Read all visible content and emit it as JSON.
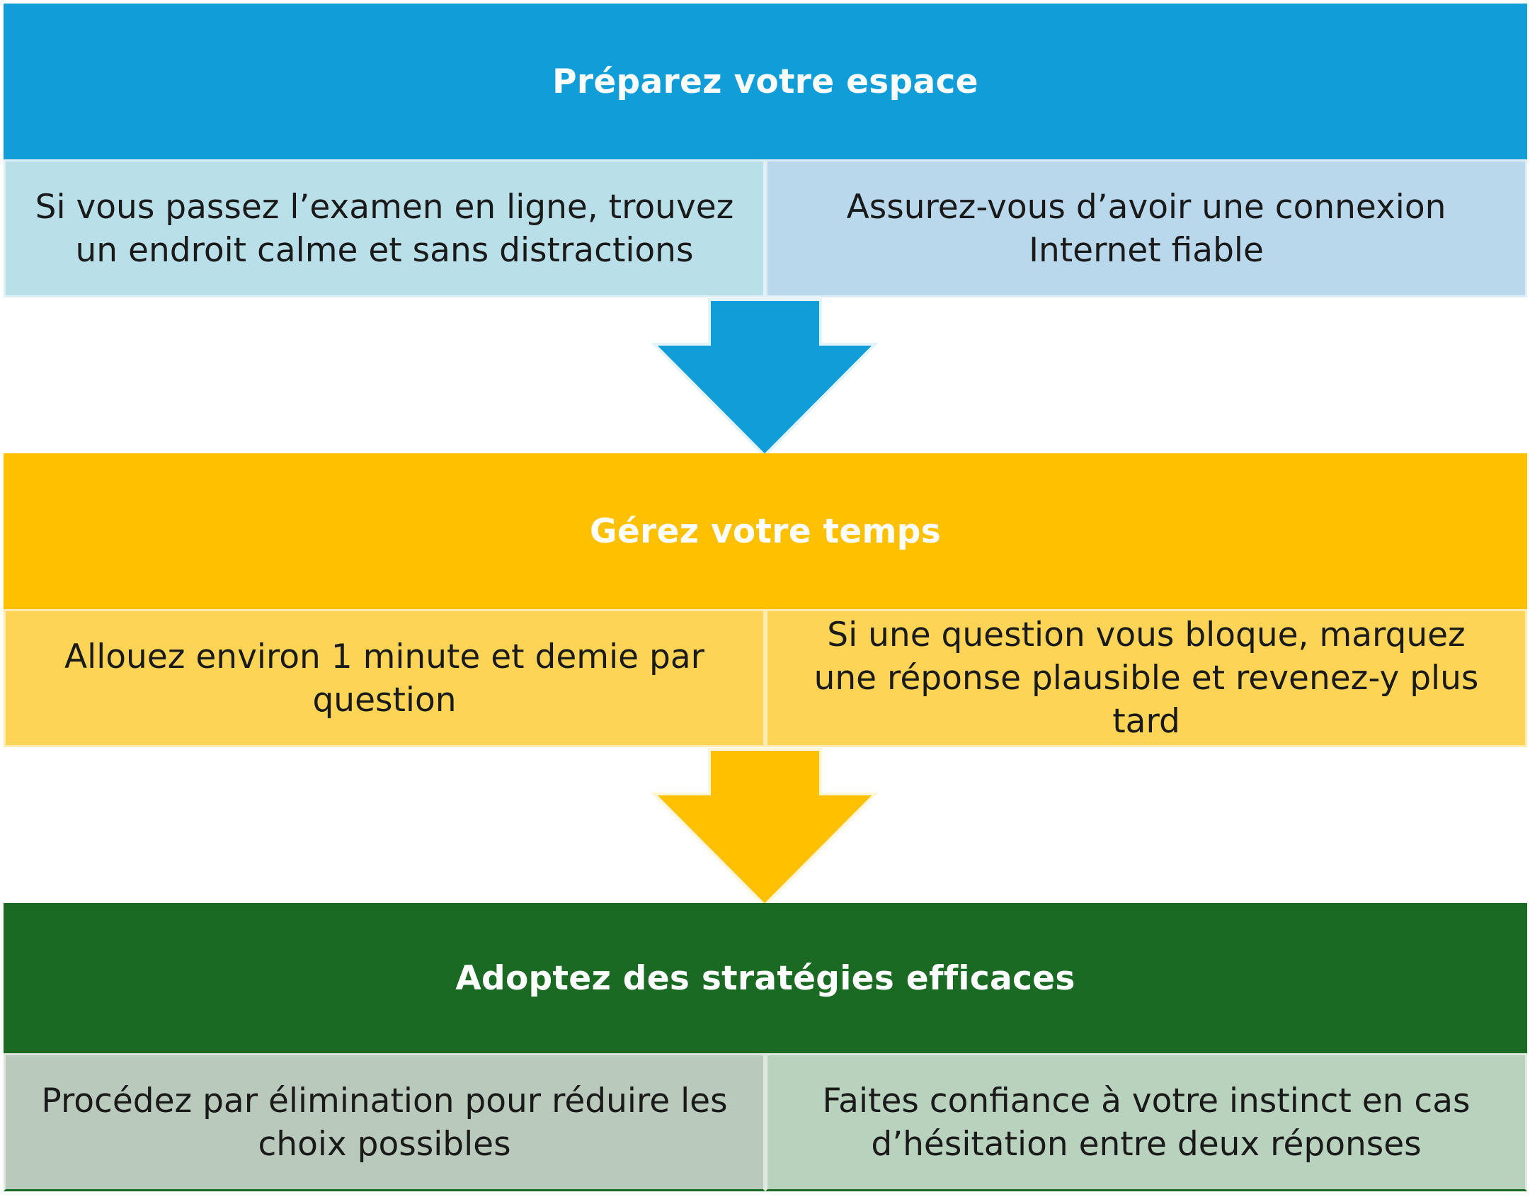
{
  "colors": {
    "blue_header": "#119ED8",
    "blue_cell_left": "#B9DFE9",
    "blue_cell_right": "#BAD8EC",
    "yellow_header": "#FFC000",
    "yellow_cell": "#FDD455",
    "green_header": "#1A6A24",
    "green_cell_left": "#B9C9BB",
    "green_cell_right": "#B8D2BE",
    "header_text": "#FFFFFF",
    "cell_text": "#1A1A1A"
  },
  "sections": [
    {
      "title": "Préparez votre espace",
      "left": "Si vous passez l’examen en ligne, trouvez un endroit calme et sans distractions",
      "right": "Assurez-vous d’avoir une connexion Internet fiable"
    },
    {
      "title": "Gérez votre temps",
      "left": "Allouez environ 1 minute et demie par question",
      "right": "Si une question vous bloque, marquez une réponse plausible et revenez-y plus tard"
    },
    {
      "title": "Adoptez des stratégies efficaces",
      "left": "Procédez par élimination pour réduire les choix possibles",
      "right": "Faites confiance à votre instinct en cas d’hésitation entre deux réponses"
    }
  ]
}
